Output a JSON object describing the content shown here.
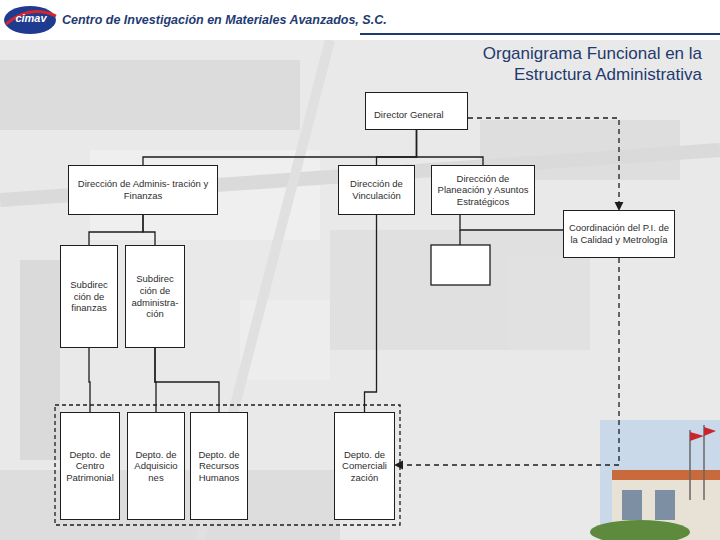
{
  "diagram": {
    "title": "Organigrama Funcional en la Estructura Administrativa",
    "nodes": [
      {
        "text": [
          "Director General"
        ]
      },
      {
        "text": [
          "Dirección de Adminis- tración y Finanzas"
        ]
      },
      {
        "text": [
          "Dirección de Vinculación"
        ]
      },
      {
        "text": [
          "Dirección de Planeación y Asuntos Estratégicos"
        ]
      },
      {
        "text": [
          "Coordinación del P.I. de la Calidad y Metrología"
        ]
      },
      {
        "text": [
          "Subdirec ción de finanzas"
        ]
      },
      {
        "text": [
          "Subdirec ción de administra- ción"
        ]
      },
      {
        "text": [
          "Depto. de Centro Patrimonial"
        ]
      },
      {
        "text": [
          "Depto. de Adquisicio nes"
        ]
      },
      {
        "text": [
          "Depto. de Recursos Humanos"
        ]
      },
      {
        "text": [
          "Depto. de Comerciali zación"
        ]
      }
    ],
    "edges": [
      {
        "from": 0,
        "to": 1,
        "arrow": "none"
      },
      {
        "from": 0,
        "to": 2,
        "arrow": "none"
      },
      {
        "from": 0,
        "to": 3,
        "arrow": "none"
      },
      {
        "from": 0,
        "to": 4,
        "arrow": "to"
      },
      {
        "from": 1,
        "to": 5,
        "arrow": "none"
      },
      {
        "from": 1,
        "to": 6,
        "arrow": "none"
      },
      {
        "from": 3,
        "to": 4,
        "arrow": "none"
      },
      {
        "from": 5,
        "to": 7,
        "arrow": "none"
      },
      {
        "from": 6,
        "to": 8,
        "arrow": "none"
      },
      {
        "from": 6,
        "to": 9,
        "arrow": "none"
      },
      {
        "from": 2,
        "to": 10,
        "arrow": "none"
      },
      {
        "from": 4,
        "to": 10,
        "arrow": "to"
      }
    ],
    "labels": [
      "cimav",
      "Centro de Investigación en Materiales Avanzados, S.C."
    ]
  }
}
